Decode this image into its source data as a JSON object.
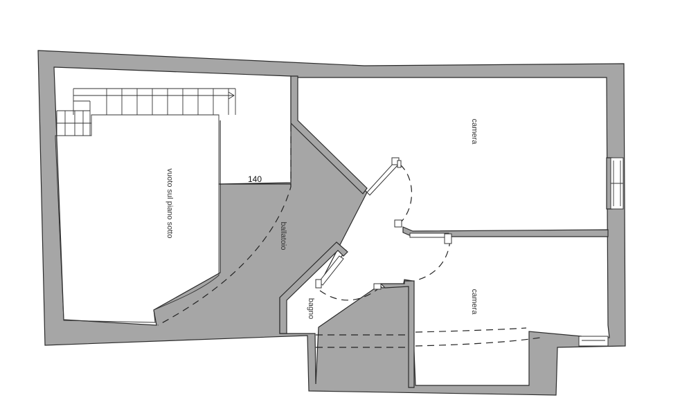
{
  "rooms": {
    "void_label": "vuoto sul piano sotto",
    "gallery_label": "ballatoio",
    "bedroom_top_label": "camera",
    "bedroom_bottom_label": "camera",
    "bathroom_label": "bagno"
  },
  "dimensions": {
    "gallery_width": "140"
  },
  "colors": {
    "wall_fill": "#a6a6a6",
    "line": "#2b2b2b"
  }
}
